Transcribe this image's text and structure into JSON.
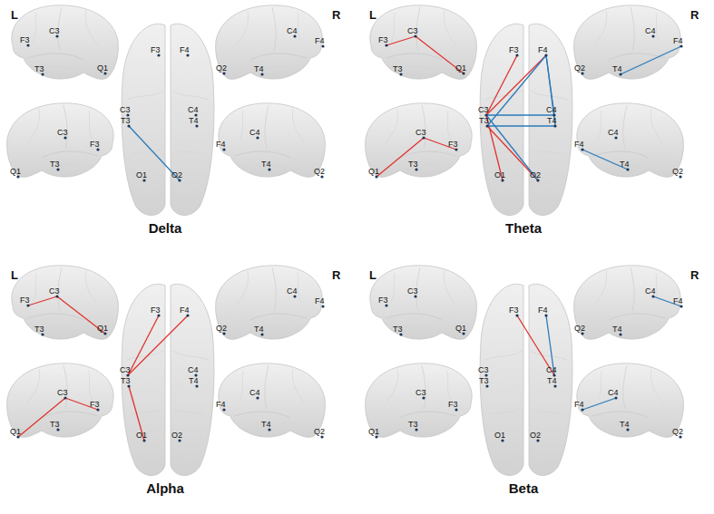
{
  "diagram": {
    "labels": [
      "L",
      "R",
      "F3",
      "C3",
      "T3",
      "Q1",
      "C4",
      "F4",
      "Q2",
      "T4",
      "F3",
      "F4",
      "C3",
      "C4",
      "T3",
      "T4",
      "O1",
      "O2",
      "C3",
      "F3",
      "T3",
      "Q1",
      "F4",
      "C4",
      "T4",
      "Q2",
      "Delta",
      "L",
      "R",
      "F3",
      "C3",
      "T3",
      "Q1",
      "C4",
      "F4",
      "Q2",
      "T4",
      "F3",
      "F4",
      "C3",
      "C4",
      "T3",
      "T4",
      "O1",
      "O2",
      "C3",
      "F3",
      "T3",
      "Q1",
      "F4",
      "C4",
      "T4",
      "Q2",
      "Theta",
      "L",
      "R",
      "F3",
      "C3",
      "T3",
      "Q1",
      "C4",
      "F4",
      "Q2",
      "T4",
      "F3",
      "F4",
      "C3",
      "C4",
      "T3",
      "T4",
      "O1",
      "O2",
      "C3",
      "F3",
      "T3",
      "Q1",
      "F4",
      "C4",
      "T4",
      "Q2",
      "Alpha",
      "L",
      "R",
      "F3",
      "C3",
      "T3",
      "Q1",
      "C4",
      "F4",
      "Q2",
      "T4",
      "F3",
      "F4",
      "C3",
      "C4",
      "T3",
      "T4",
      "O1",
      "O2",
      "C3",
      "F3",
      "T3",
      "Q1",
      "F4",
      "C4",
      "T4",
      "Q2",
      "Beta"
    ]
  }
}
